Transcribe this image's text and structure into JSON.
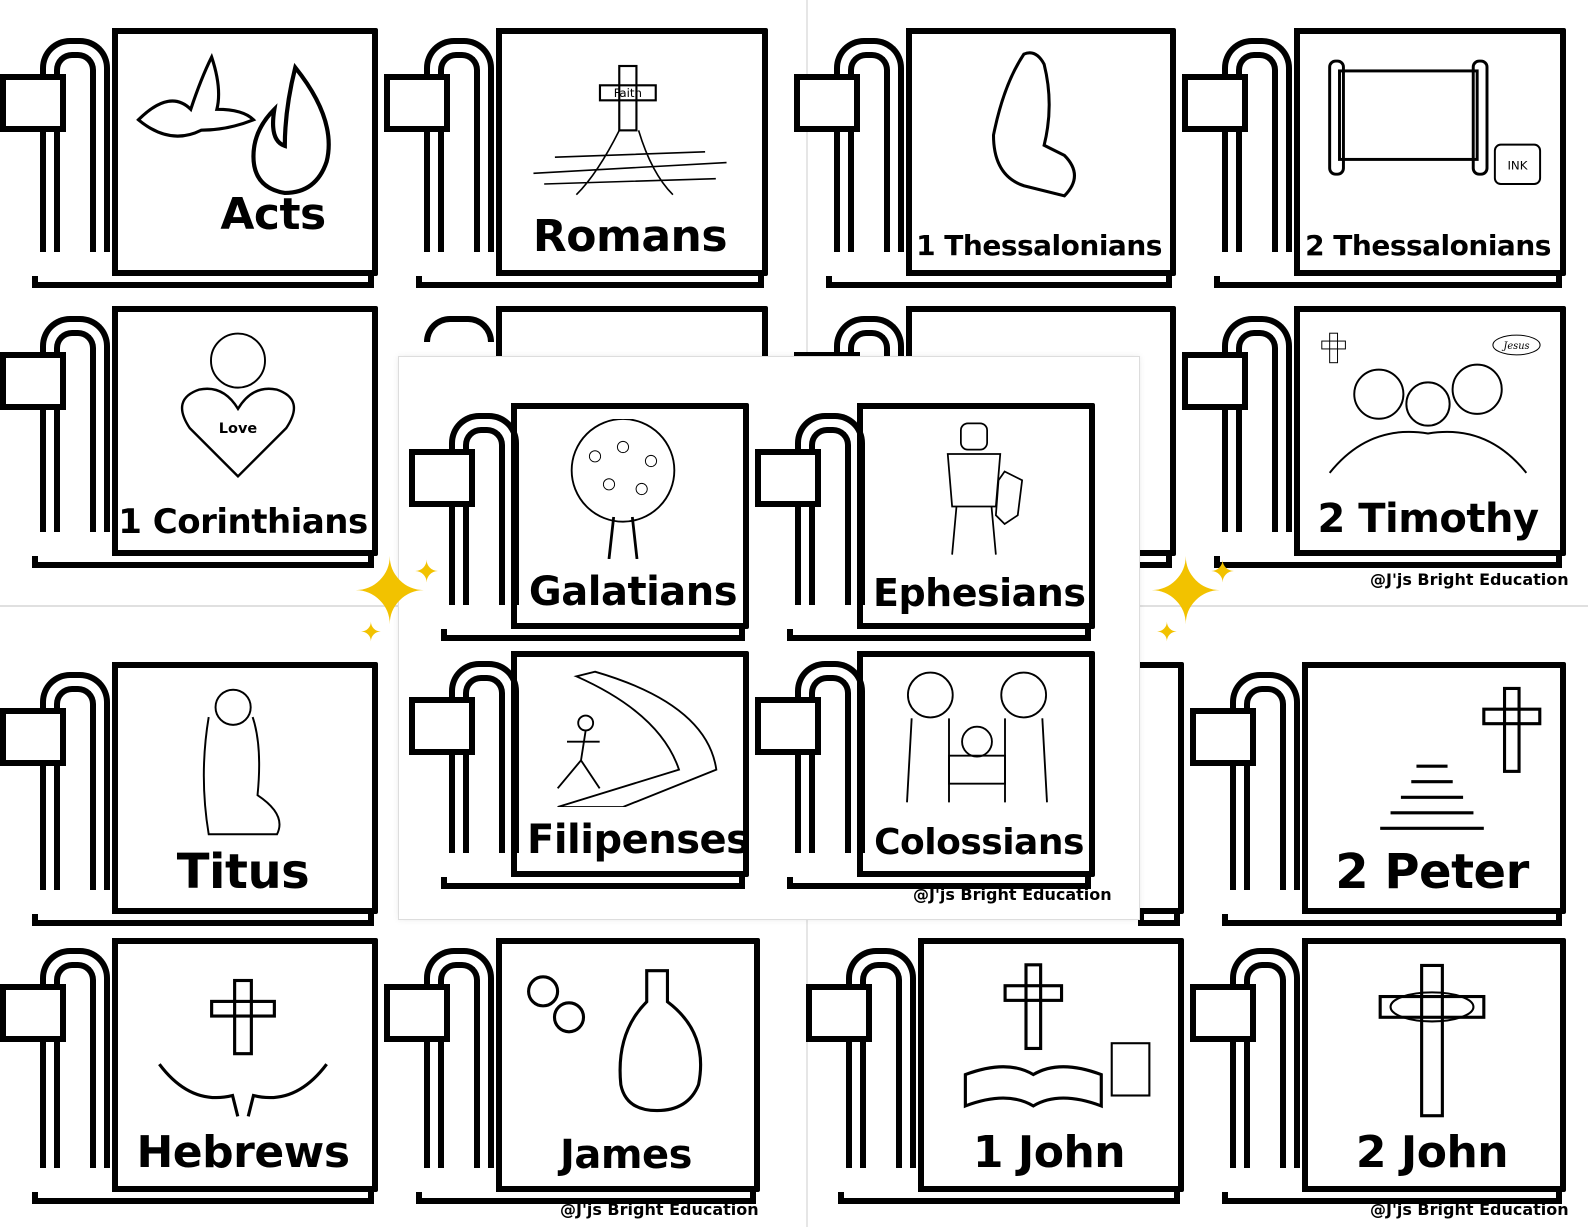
{
  "cards": {
    "acts": "Acts",
    "romans": "Romans",
    "thess1": "1 Thessalonians",
    "thess2": "2 Thessalonians",
    "cor1": "1 Corinthians",
    "tim2": "2 Timothy",
    "galatians": "Galatians",
    "ephesians": "Ephesians",
    "filipenses": "Filipenses",
    "colossians": "Colossians",
    "titus": "Titus",
    "peter2": "2 Peter",
    "hebrews": "Hebrews",
    "james": "James",
    "john1": "1 John",
    "john2": "2 John"
  },
  "art_text": {
    "faith": "Faith",
    "love": "Love",
    "ink": "INK",
    "jesus": "Jesus"
  },
  "credit": "@J'js Bright Education",
  "colors": {
    "sparkle": "#f2c200",
    "line": "#000000"
  }
}
